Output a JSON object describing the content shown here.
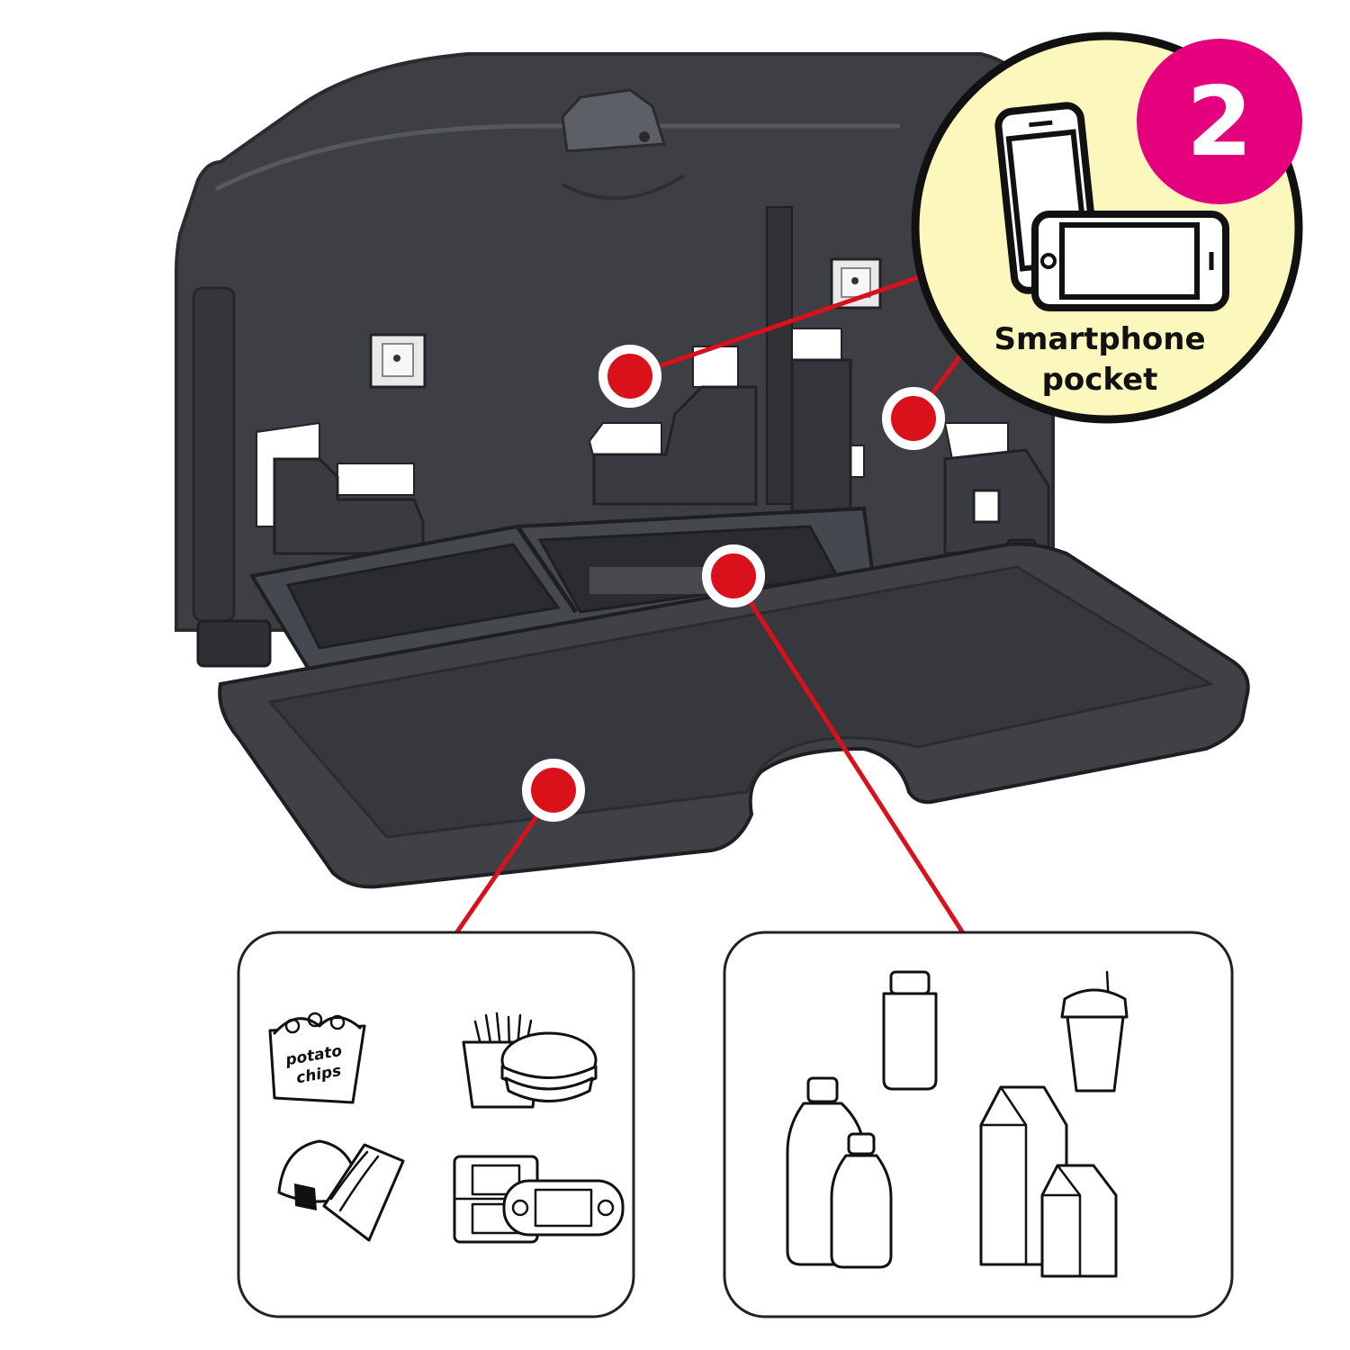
{
  "callout": {
    "label_line1": "Smartphone",
    "label_line2": "pocket",
    "badge_number": "2"
  },
  "snack_icons": {
    "chips_line1": "potato",
    "chips_line2": "chips"
  },
  "colors": {
    "accent_red": "#d8111b",
    "badge_magenta": "#e5007e",
    "callout_fill": "#fcf7bd",
    "tray_dark": "#3d3f44",
    "tray_mid": "#4d5056"
  },
  "icons": [
    "potato-chips-icon",
    "fries-and-burger-icon",
    "rice-ball-and-sandwich-icon",
    "handheld-game-consoles-icon",
    "small-bottle-icon",
    "coffee-cup-icon",
    "water-bottles-icon",
    "milk-cartons-icon",
    "smartphones-icon"
  ]
}
